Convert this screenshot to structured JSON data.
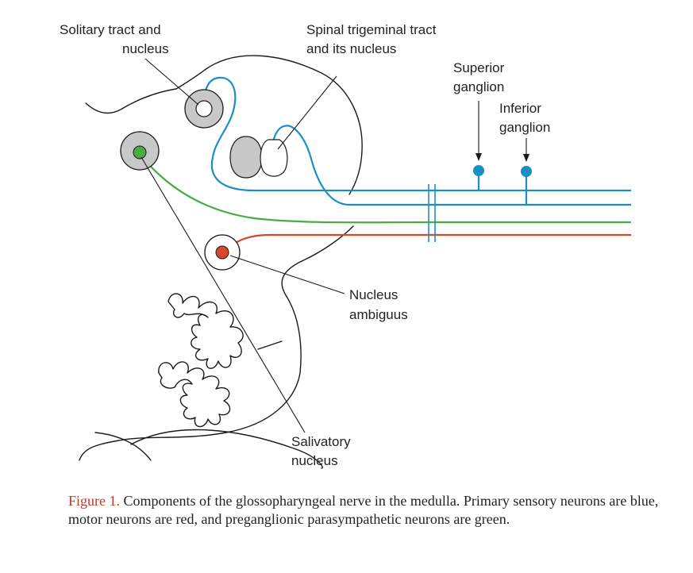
{
  "labels": {
    "solitary_line1": "Solitary tract and",
    "solitary_line2": "nucleus",
    "spinal_line1": "Spinal trigeminal tract",
    "spinal_line2": "and its nucleus",
    "superior_line1": "Superior",
    "superior_line2": "ganglion",
    "inferior_line1": "Inferior",
    "inferior_line2": "ganglion",
    "ambiguus_line1": "Nucleus",
    "ambiguus_line2": "ambiguus",
    "salivatory_line1": "Salivatory",
    "salivatory_line2": "nucleus"
  },
  "caption": {
    "figure_label": "Figure 1.",
    "text": " Components of the glossopharyngeal nerve in the medulla. Primary sensory neurons are blue, motor neurons are red, and preganglionic parasympathetic neurons are green."
  },
  "colors": {
    "sensory": "#1b8fc4",
    "motor": "#d8472b",
    "parasympathetic": "#4aaa45",
    "nucleus_fill": "#c8c8c8",
    "figure_label": "#c0392b"
  }
}
